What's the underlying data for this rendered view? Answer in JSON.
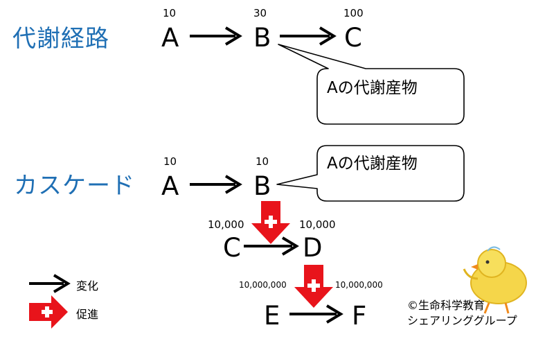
{
  "headings": {
    "metabolic_pathway": "代謝経路",
    "cascade": "カスケード"
  },
  "pathway": {
    "nodes": [
      {
        "label": "A",
        "amount": "10"
      },
      {
        "label": "B",
        "amount": "30"
      },
      {
        "label": "C",
        "amount": "100"
      }
    ],
    "callout": "Aの代謝産物"
  },
  "cascade": {
    "nodes": [
      {
        "label": "A",
        "amount": "10"
      },
      {
        "label": "B",
        "amount": "10"
      },
      {
        "label": "C",
        "amount": "10,000"
      },
      {
        "label": "D",
        "amount": "10,000"
      },
      {
        "label": "E",
        "amount": "10,000,000"
      },
      {
        "label": "F",
        "amount": "10,000,000"
      }
    ],
    "callout": "Aの代謝産物"
  },
  "legend": {
    "change": "変化",
    "promote": "促進"
  },
  "credit": {
    "line1": "©生命科学教育",
    "line2": "シェアリンググループ"
  },
  "colors": {
    "heading": "#1f6fb4",
    "promote_arrow": "#e8141b"
  }
}
